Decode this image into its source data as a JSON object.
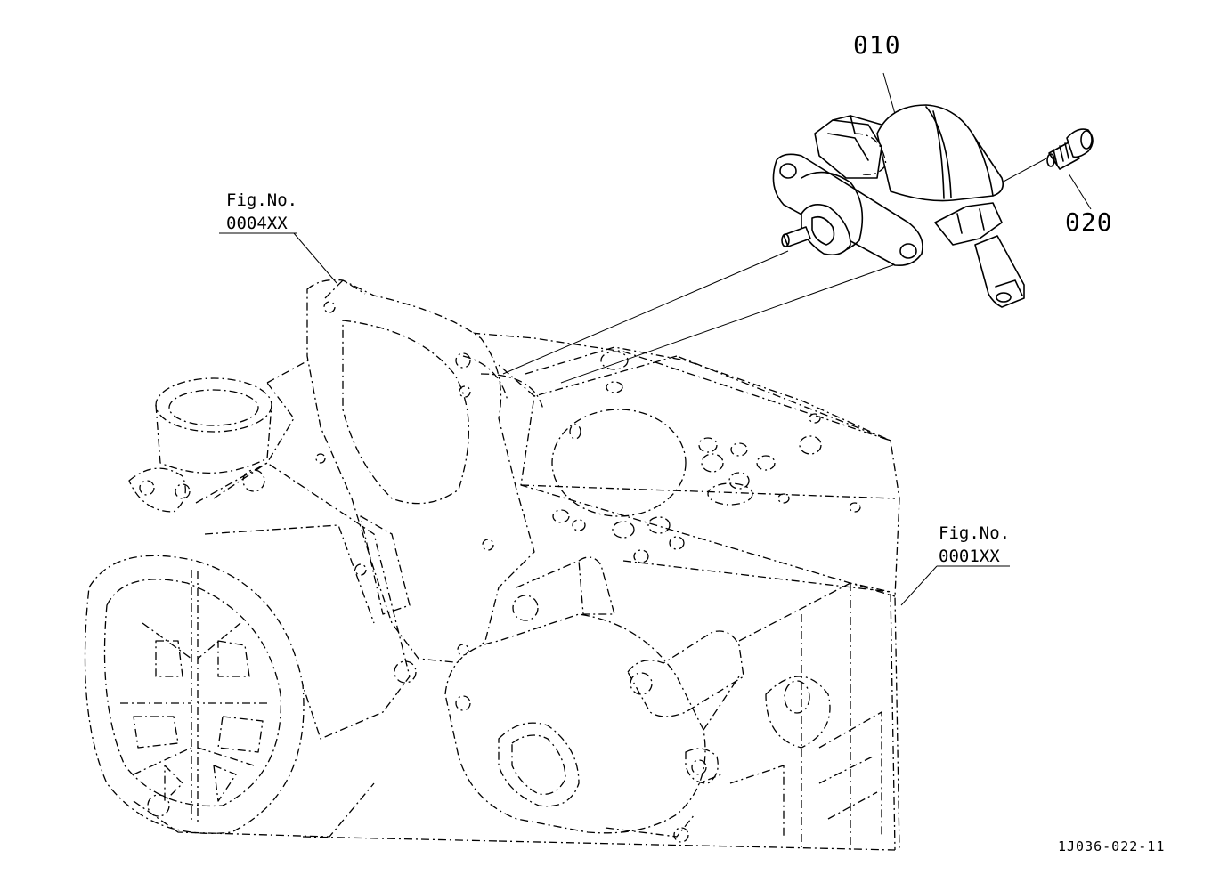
{
  "parts": [
    {
      "id": "010",
      "label": "010",
      "name_icon": "solenoid-valve-icon"
    },
    {
      "id": "020",
      "label": "020",
      "name_icon": "screw-icon"
    }
  ],
  "figure_refs": [
    {
      "title": "Fig.No.",
      "number": "0004XX"
    },
    {
      "title": "Fig.No.",
      "number": "0001XX"
    }
  ],
  "drawing_code": "1J036-022-11"
}
